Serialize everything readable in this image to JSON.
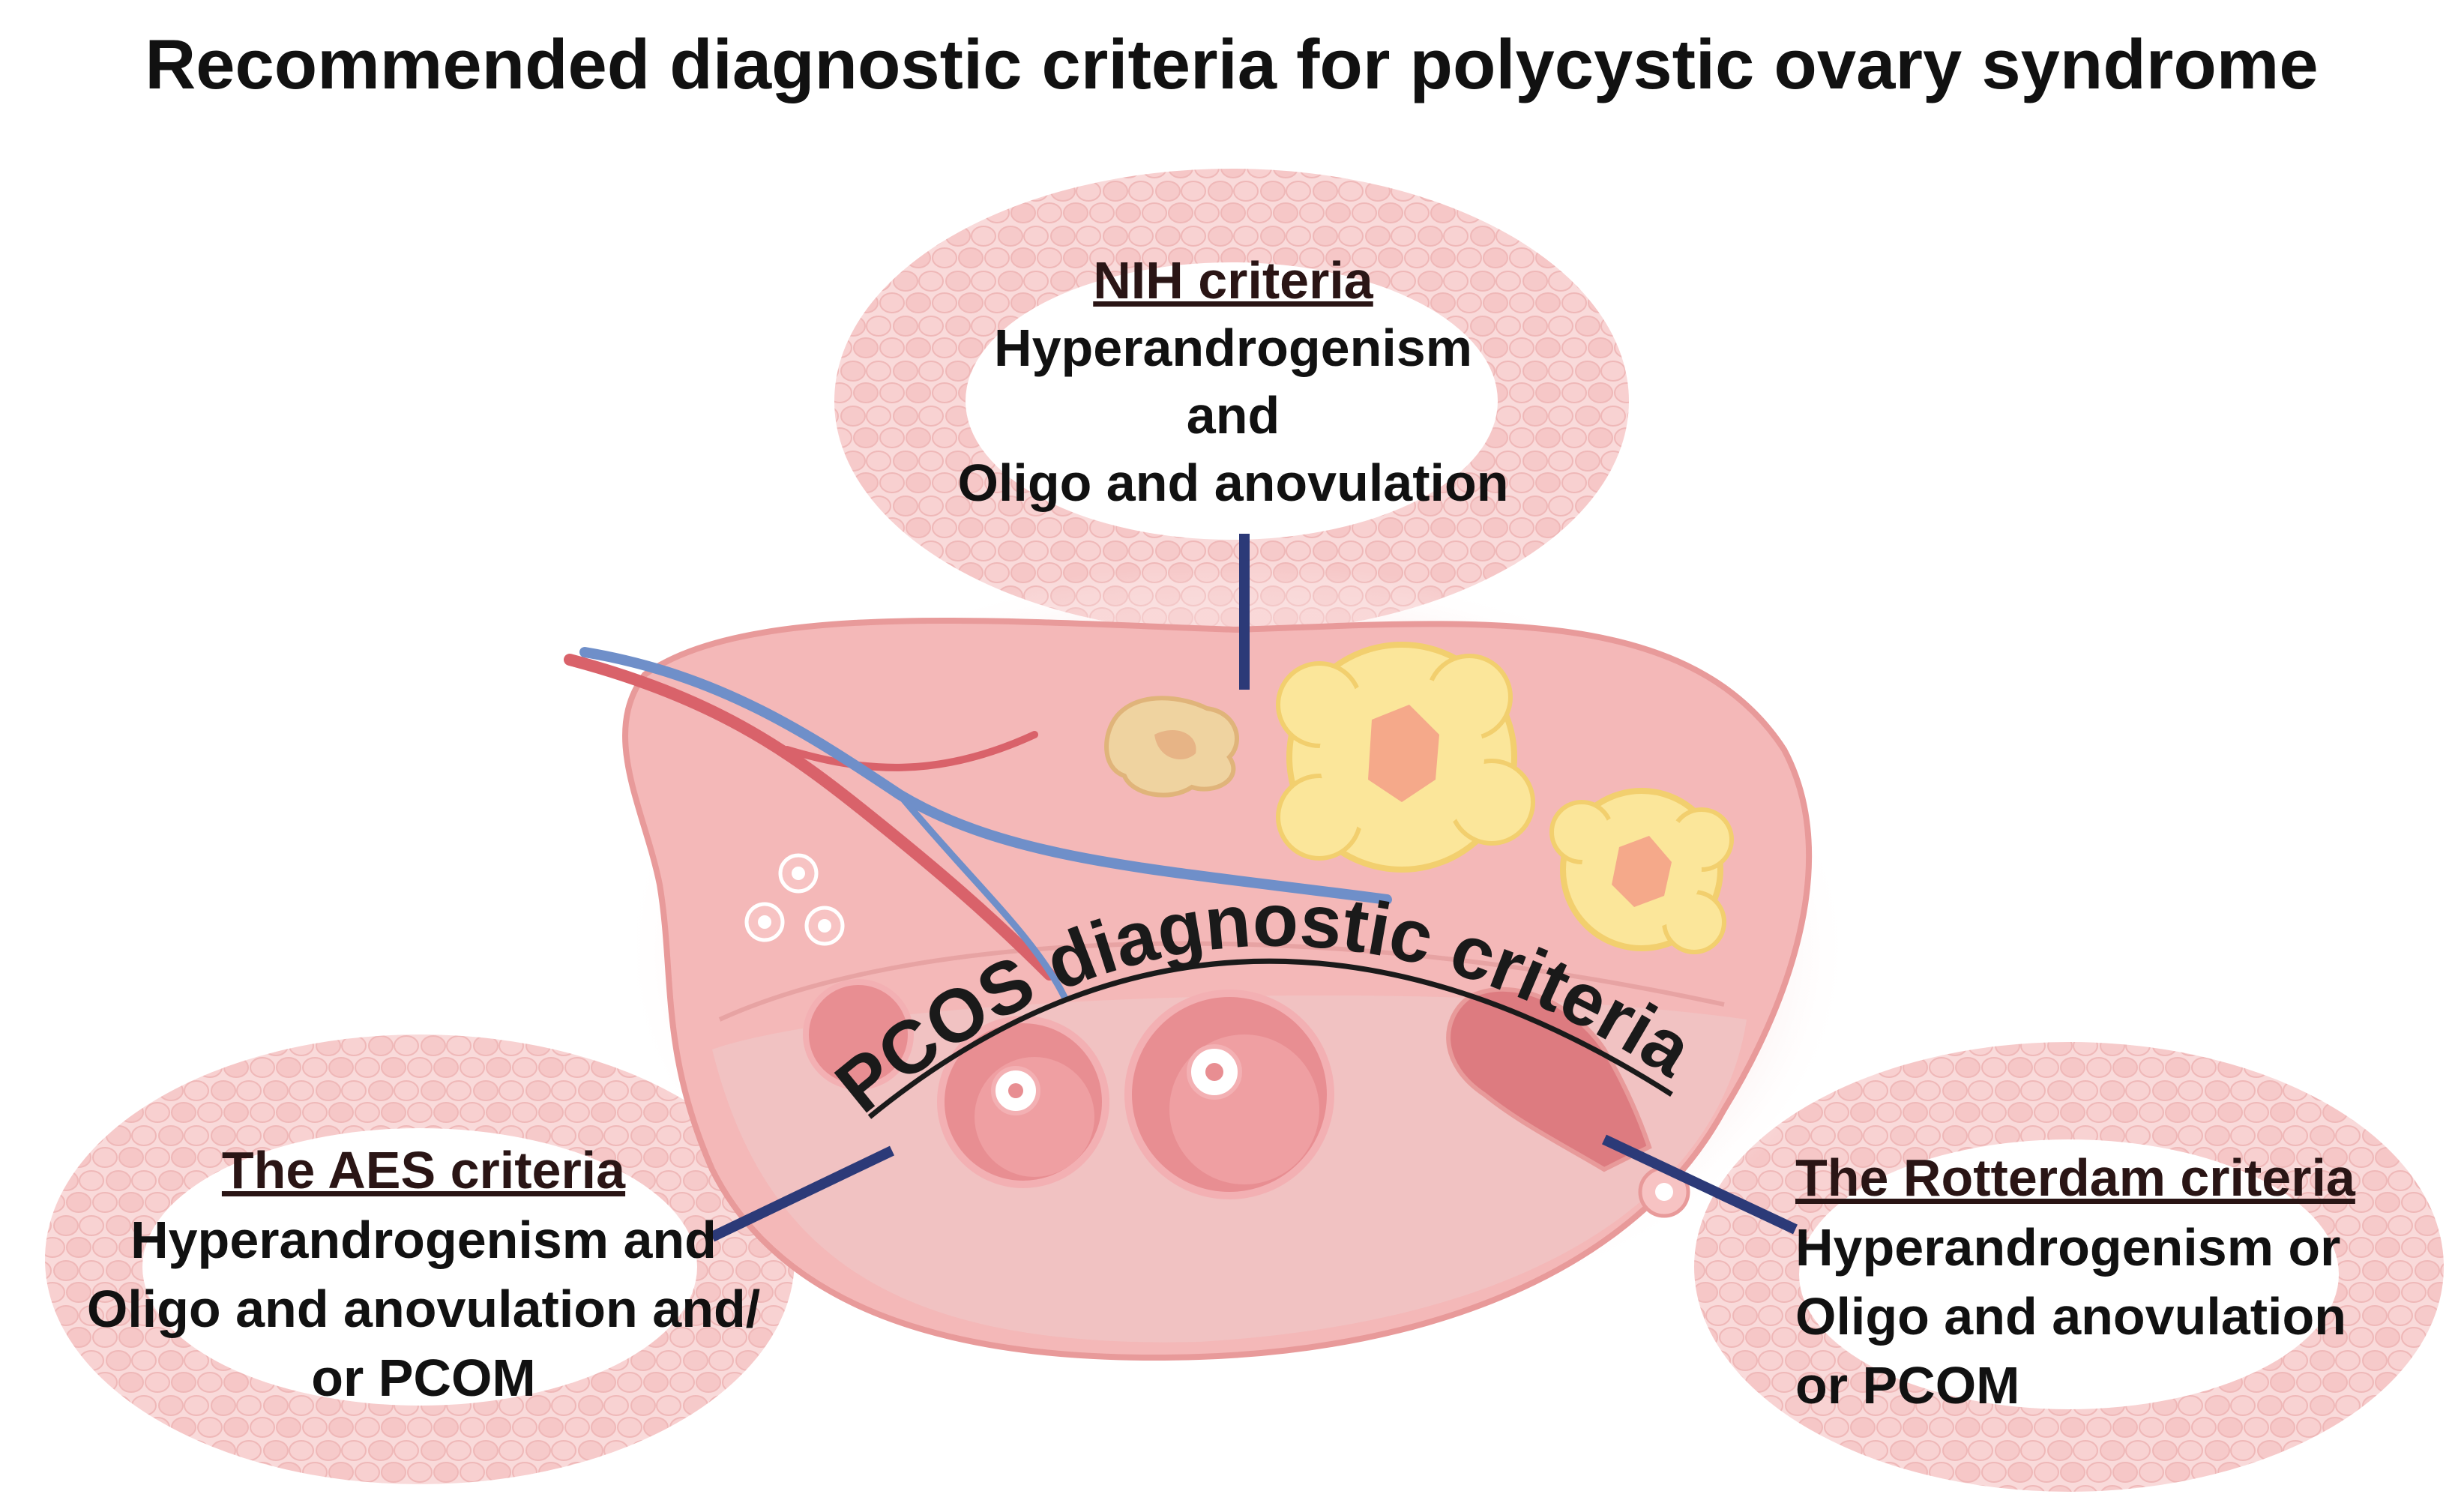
{
  "title": "Recommended diagnostic  criteria for polycystic ovary syndrome",
  "center_label": "PCOS diagnostic criteria",
  "criteria": {
    "nih": {
      "heading": "NIH criteria",
      "lines": [
        "Hyperandrogenism",
        "and",
        "Oligo and anovulation"
      ]
    },
    "aes": {
      "heading": "The AES criteria",
      "lines": [
        "Hyperandrogenism and",
        "Oligo and anovulation and/",
        "or PCOM"
      ]
    },
    "rotterdam": {
      "heading": "The Rotterdam criteria",
      "lines": [
        "Hyperandrogenism or",
        "Oligo and anovulation",
        "or PCOM"
      ]
    }
  },
  "colors": {
    "ovary_fill": "#f4b8b8",
    "ovary_outline": "#e89a9a",
    "tissue_pink": "#f7d3d3",
    "follicle_yellow": "#fbe69a",
    "follicle_core": "#f5a98a",
    "connector": "#2c3a78",
    "vessel_red": "#d9626a",
    "vessel_blue": "#6f8fc9"
  }
}
